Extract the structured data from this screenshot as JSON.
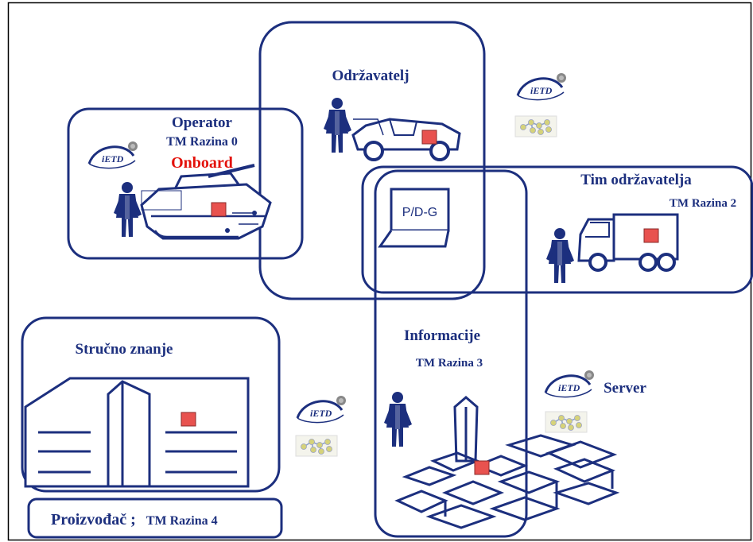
{
  "colors": {
    "frame": "#000000",
    "box_stroke": "#1c2f7e",
    "label": "#1c2f7e",
    "highlight_text": "#e3120b",
    "marker": "#e8524f",
    "icon_ring": "#1c2f7e",
    "icon_dots": "#d6d37a"
  },
  "zones": {
    "operator": {
      "title": "Operator",
      "level": "TM Razina 0",
      "status": "Onboard"
    },
    "maintainer": {
      "title": "Održavatelj"
    },
    "team": {
      "title": "Tim održavatelja",
      "level": "TM Razina 2"
    },
    "laptop": {
      "label": "P/D-G"
    },
    "info": {
      "title": "Informacije",
      "level": "TM Razina 3",
      "server_label": "Server"
    },
    "expertise": {
      "title": "Stručno znanje"
    },
    "manufacturer": {
      "title": "Proizvođač ;",
      "level": "TM Razina 4"
    }
  },
  "icons": {
    "ietd_text": "iETD",
    "ietd": "ietd-logo-icon",
    "network": "network-cluster-icon",
    "soldier": "soldier-icon",
    "tank": "tank-icon",
    "jeep": "jeep-icon",
    "truck": "truck-icon",
    "laptop": "laptop-icon",
    "building": "building-icon",
    "city": "city-blocks-icon"
  }
}
